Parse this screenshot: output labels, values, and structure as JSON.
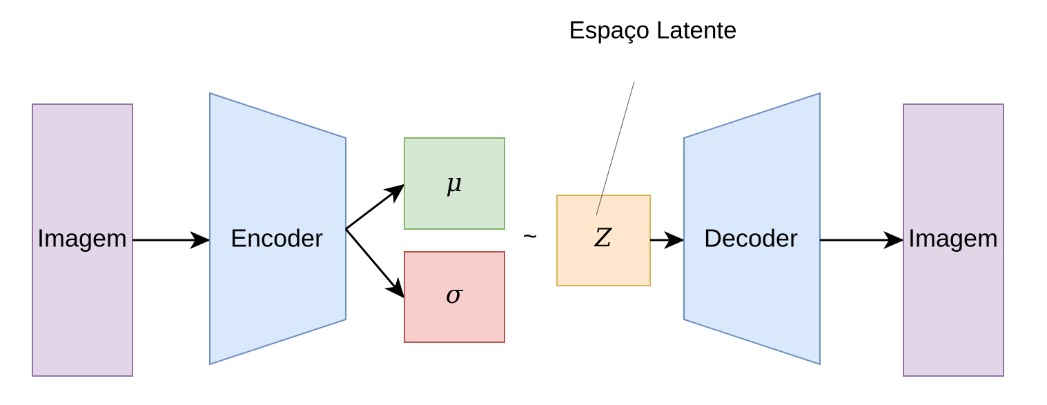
{
  "annotation": {
    "label": "Espaço Latente"
  },
  "nodes": {
    "input_image": {
      "label": "Imagem"
    },
    "encoder": {
      "label": "Encoder"
    },
    "mu": {
      "label": "μ"
    },
    "sigma": {
      "label": "σ"
    },
    "sampling_symbol": {
      "label": "~"
    },
    "z": {
      "label": "Z"
    },
    "decoder": {
      "label": "Decoder"
    },
    "output_image": {
      "label": "Imagem"
    }
  },
  "colors": {
    "image_fill": "#e1d5e7",
    "image_stroke": "#9673a6",
    "coder_fill": "#dae8fc",
    "coder_stroke": "#6c8ebf",
    "mu_fill": "#d5e8d4",
    "mu_stroke": "#82b366",
    "sigma_fill": "#f8cecc",
    "sigma_stroke": "#b85450",
    "z_fill": "#ffe6cc",
    "z_stroke": "#d6b656"
  }
}
